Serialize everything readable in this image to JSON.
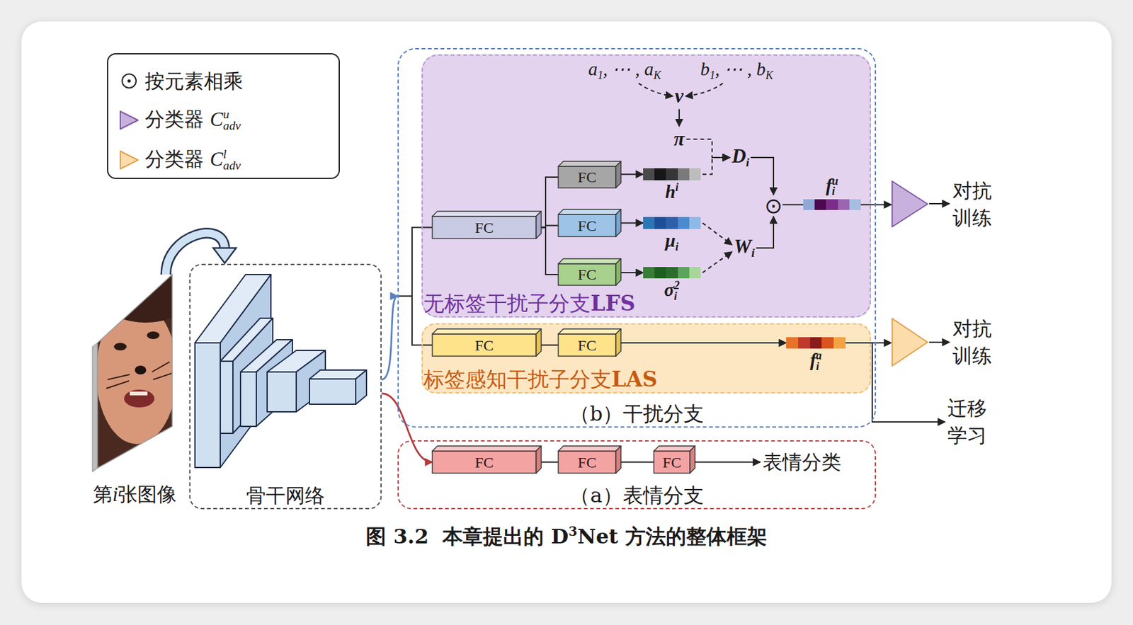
{
  "diagram": {
    "caption": "图 3.2  本章提出的 D3Net 方法的整体框架",
    "nodes": [
      {
        "text": [
          "第i张图像"
        ]
      },
      {
        "text": [
          "骨干网络"
        ]
      },
      {
        "text": [
          "（b）干扰分支"
        ]
      },
      {
        "text": [
          "无标签干扰子分支LFS"
        ],
        "in": 2
      },
      {
        "text": [
          "a1, ⋯ , aK"
        ],
        "in": 3
      },
      {
        "text": [
          "b1, ⋯ , bK"
        ],
        "in": 3
      },
      {
        "text": [
          "v"
        ],
        "in": 3
      },
      {
        "text": [
          "π"
        ],
        "in": 3
      },
      {
        "text": [
          "FC"
        ],
        "in": 3
      },
      {
        "text": [
          "FC"
        ],
        "in": 3
      },
      {
        "text": [
          "hi"
        ],
        "in": 3
      },
      {
        "text": [
          "FC"
        ],
        "in": 3
      },
      {
        "text": [
          "μi"
        ],
        "in": 3
      },
      {
        "text": [
          "FC"
        ],
        "in": 3
      },
      {
        "text": [
          "σi2"
        ],
        "in": 3
      },
      {
        "text": [
          "Di"
        ],
        "in": 3
      },
      {
        "text": [
          "Wi"
        ],
        "in": 3
      },
      {
        "text": [
          "⊙"
        ],
        "in": 3
      },
      {
        "text": [
          "fiu"
        ],
        "in": 3
      },
      {
        "text": [
          "标签感知干扰子分支LAS"
        ],
        "in": 2
      },
      {
        "text": [
          "FC"
        ],
        "in": 19
      },
      {
        "text": [
          "FC"
        ],
        "in": 19
      },
      {
        "text": [
          "fia"
        ],
        "in": 19
      },
      {
        "text": [
          "对抗 训练"
        ]
      },
      {
        "text": [
          "对抗 训练"
        ]
      },
      {
        "text": [
          "迁移 学习"
        ]
      },
      {
        "text": [
          "（a）表情分支"
        ]
      },
      {
        "text": [
          "FC"
        ],
        "in": 26
      },
      {
        "text": [
          "FC"
        ],
        "in": 26
      },
      {
        "text": [
          "FC"
        ],
        "in": 26
      },
      {
        "text": [
          "表情分类"
        ],
        "in": 26
      }
    ],
    "edges": [
      {
        "from": 0,
        "to": 1,
        "arrow": "to"
      },
      {
        "from": 1,
        "to": 2,
        "arrow": "to"
      },
      {
        "from": 2,
        "to": 8,
        "arrow": "none"
      },
      {
        "from": 2,
        "to": 20,
        "arrow": "none"
      },
      {
        "from": 1,
        "to": 27,
        "arrow": "to"
      },
      {
        "from": 27,
        "to": 28,
        "arrow": "none"
      },
      {
        "from": 28,
        "to": 29,
        "arrow": "none"
      },
      {
        "from": 29,
        "to": 30,
        "arrow": "to"
      },
      {
        "from": 8,
        "to": 9,
        "arrow": "none"
      },
      {
        "from": 8,
        "to": 11,
        "arrow": "none"
      },
      {
        "from": 8,
        "to": 13,
        "arrow": "none"
      },
      {
        "from": 9,
        "to": 10,
        "arrow": "to"
      },
      {
        "from": 11,
        "to": 12,
        "arrow": "to"
      },
      {
        "from": 13,
        "to": 14,
        "arrow": "to"
      },
      {
        "from": 4,
        "to": 6,
        "arrow": "to"
      },
      {
        "from": 5,
        "to": 6,
        "arrow": "to"
      },
      {
        "from": 6,
        "to": 7,
        "arrow": "to"
      },
      {
        "from": 7,
        "to": 15,
        "arrow": "to"
      },
      {
        "from": 10,
        "to": 15,
        "arrow": "to"
      },
      {
        "from": 12,
        "to": 16,
        "arrow": "to"
      },
      {
        "from": 14,
        "to": 16,
        "arrow": "to"
      },
      {
        "from": 15,
        "to": 17,
        "arrow": "to"
      },
      {
        "from": 16,
        "to": 17,
        "arrow": "to"
      },
      {
        "from": 17,
        "to": 18,
        "arrow": "none"
      },
      {
        "from": 18,
        "to": 23,
        "arrow": "to"
      },
      {
        "from": 20,
        "to": 21,
        "arrow": "none"
      },
      {
        "from": 21,
        "to": 22,
        "arrow": "to"
      },
      {
        "from": 22,
        "to": 24,
        "arrow": "to"
      },
      {
        "from": 22,
        "to": 25,
        "arrow": "to"
      }
    ],
    "legend": [
      {
        "text": "按元素相乘"
      },
      {
        "text": "分类器 Cuadv",
        "color": "#c9b1de"
      },
      {
        "text": "分类器 Cladv",
        "color": "#fddcab"
      }
    ]
  }
}
